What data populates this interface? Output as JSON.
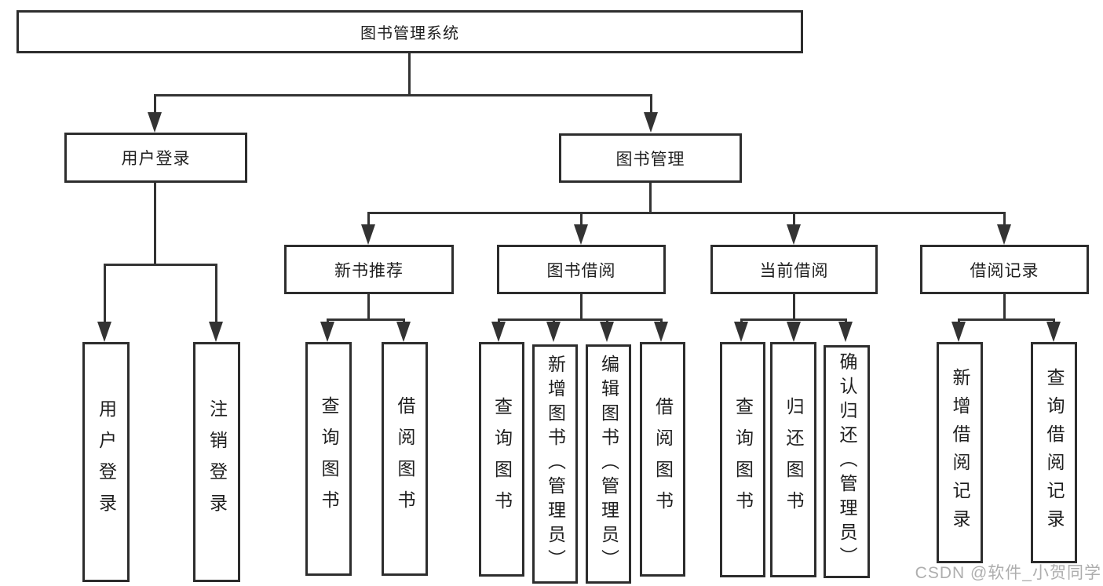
{
  "nodes": {
    "root": {
      "label": "图书管理系统"
    },
    "l2": [
      {
        "label": "用户登录"
      },
      {
        "label": "图书管理"
      }
    ],
    "l3": [
      {
        "label": "新书推荐"
      },
      {
        "label": "图书借阅"
      },
      {
        "label": "当前借阅"
      },
      {
        "label": "借阅记录"
      }
    ],
    "login_leaves": [
      {
        "label": "用户登录"
      },
      {
        "label": "注销登录"
      }
    ],
    "recommend_leaves": [
      {
        "label": "查询图书"
      },
      {
        "label": "借阅图书"
      }
    ],
    "borrow_leaves": [
      {
        "label": "查询图书"
      },
      {
        "label": "新增图书（管理员）"
      },
      {
        "label": "编辑图书（管理员）"
      },
      {
        "label": "借阅图书"
      }
    ],
    "current_leaves": [
      {
        "label": "查询图书"
      },
      {
        "label": "归还图书"
      },
      {
        "label": "确认归还（管理员）"
      }
    ],
    "record_leaves": [
      {
        "label": "新增借阅记录"
      },
      {
        "label": "查询借阅记录"
      }
    ]
  },
  "watermark": {
    "text": "CSDN @软件_小贺同学"
  },
  "colors": {
    "line": "#333333",
    "box_border": "#2d2d2d",
    "text": "#1f1f1f",
    "watermark": "#aeaeae",
    "background": "#ffffff"
  }
}
